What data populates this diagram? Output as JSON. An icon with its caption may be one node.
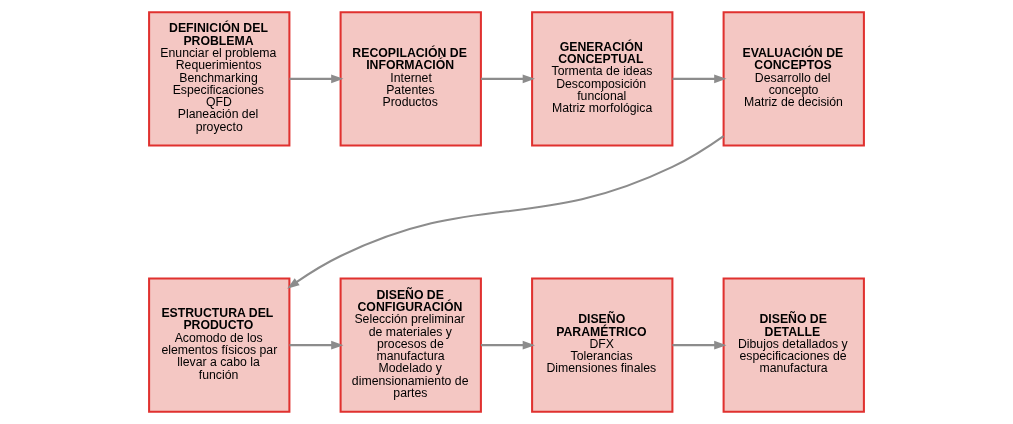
{
  "diagram": {
    "nodes": [
      {
        "text": [
          "DEFINICIÓN DEL PROBLEMA",
          "Enunciar el problema",
          "Requerimientos",
          "Benchmarking",
          "Especificaciones",
          "QFD",
          "Planeación del proyecto"
        ]
      },
      {
        "text": [
          "RECOPILACIÓN DE INFORMACIÓN",
          "Internet",
          "Patentes",
          "Productos"
        ]
      },
      {
        "text": [
          "GENERACIÓN CONCEPTUAL",
          "Tormenta de ideas",
          "Descomposición funcional",
          "Matriz morfológica"
        ]
      },
      {
        "text": [
          "EVALUACIÓN DE CONCEPTOS",
          "Desarrollo del concepto",
          "Matriz de decisión"
        ]
      },
      {
        "text": [
          "ESTRUCTURA DEL PRODUCTO",
          "Acomodo de los elementos físicos par llevar a cabo la función"
        ]
      },
      {
        "text": [
          "DISEÑO DE CONFIGURACIÓN",
          "Selección preliminar de materiales y procesos de manufactura",
          "Modelado y dimensionamiento de partes"
        ]
      },
      {
        "text": [
          "DISEÑO PARAMÉTRICO",
          "DFX",
          "Tolerancias",
          "Dimensiones finales"
        ]
      },
      {
        "text": [
          "DISEÑO DE DETALLE",
          "Dibujos detallados y especificaciones de manufactura"
        ]
      }
    ],
    "edges": [
      {
        "from": 0,
        "to": 1,
        "arrow": "to"
      },
      {
        "from": 1,
        "to": 2,
        "arrow": "to"
      },
      {
        "from": 2,
        "to": 3,
        "arrow": "to"
      },
      {
        "from": 3,
        "to": 4,
        "arrow": "to"
      },
      {
        "from": 4,
        "to": 5,
        "arrow": "to"
      },
      {
        "from": 5,
        "to": 6,
        "arrow": "to"
      },
      {
        "from": 6,
        "to": 7,
        "arrow": "to"
      }
    ]
  }
}
